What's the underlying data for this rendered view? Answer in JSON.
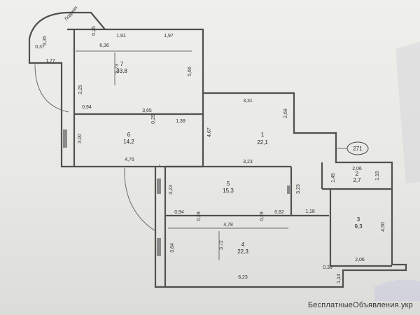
{
  "watermark": "БесплатныеОбъявления.укр",
  "plan": {
    "badge": "271",
    "balcony_label": "Лоджия",
    "rooms": [
      {
        "id": "room-7",
        "num": "7",
        "area": "33,8"
      },
      {
        "id": "room-6",
        "num": "6",
        "area": "14,2"
      },
      {
        "id": "room-1",
        "num": "1",
        "area": "22,1"
      },
      {
        "id": "room-2",
        "num": "2",
        "area": "2,7"
      },
      {
        "id": "room-5",
        "num": "5",
        "area": "15,3"
      },
      {
        "id": "room-3",
        "num": "3",
        "area": "9,3"
      },
      {
        "id": "room-4",
        "num": "4",
        "area": "22,3"
      }
    ],
    "dims": {
      "d_335": "3,35",
      "d_037": "0,37",
      "d_177": "1,77",
      "d_325": "3,25",
      "d_191": "1,91",
      "d_197": "1,97",
      "d_636": "6,36",
      "d_025a": "0,25",
      "d_573": "5,73",
      "d_566": "5,66",
      "d_094a": "0,94",
      "d_365": "3,65",
      "d_025b": "0,25",
      "d_138": "1,38",
      "d_300": "3,00",
      "d_476": "4,76",
      "d_467": "4,67",
      "d_331": "3,31",
      "d_269": "2,69",
      "d_323a": "3,23",
      "d_206a": "2,06",
      "d_119": "1,19",
      "d_145": "1,45",
      "d_323b": "3,23",
      "d_323c": "3,23",
      "d_094b": "0,94",
      "d_028a": "0,28",
      "d_028b": "0,28",
      "d_082": "0,82",
      "d_118": "1,18",
      "d_478": "4,78",
      "d_450": "4,50",
      "d_364": "3,64",
      "d_372": "3,72",
      "d_038": "0,38",
      "d_206b": "2,06",
      "d_623": "6,23",
      "d_114": "1,14"
    }
  }
}
